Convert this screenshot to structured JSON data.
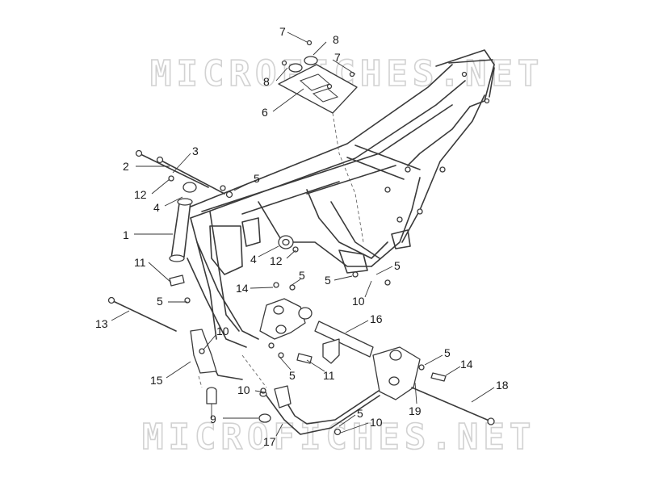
{
  "watermark": "MICROFICHES.NET",
  "callouts": [
    {
      "id": "c7a",
      "label": "7"
    },
    {
      "id": "c8a",
      "label": "8"
    },
    {
      "id": "c7b",
      "label": "7"
    },
    {
      "id": "c8b",
      "label": "8"
    },
    {
      "id": "c6",
      "label": "6"
    },
    {
      "id": "c3",
      "label": "3"
    },
    {
      "id": "c2",
      "label": "2"
    },
    {
      "id": "c5a",
      "label": "5"
    },
    {
      "id": "c12a",
      "label": "12"
    },
    {
      "id": "c4a",
      "label": "4"
    },
    {
      "id": "c1",
      "label": "1"
    },
    {
      "id": "c4b",
      "label": "4"
    },
    {
      "id": "c12b",
      "label": "12"
    },
    {
      "id": "c5b",
      "label": "5"
    },
    {
      "id": "c5c",
      "label": "5"
    },
    {
      "id": "c11a",
      "label": "11"
    },
    {
      "id": "c14a",
      "label": "14"
    },
    {
      "id": "c5d",
      "label": "5"
    },
    {
      "id": "c10a",
      "label": "10"
    },
    {
      "id": "c5e",
      "label": "5"
    },
    {
      "id": "c13",
      "label": "13"
    },
    {
      "id": "c10b",
      "label": "10"
    },
    {
      "id": "c16",
      "label": "16"
    },
    {
      "id": "c15",
      "label": "15"
    },
    {
      "id": "c5f",
      "label": "5"
    },
    {
      "id": "c11b",
      "label": "11"
    },
    {
      "id": "c5g",
      "label": "5"
    },
    {
      "id": "c14b",
      "label": "14"
    },
    {
      "id": "c18",
      "label": "18"
    },
    {
      "id": "c10c",
      "label": "10"
    },
    {
      "id": "c9",
      "label": "9"
    },
    {
      "id": "c19",
      "label": "19"
    },
    {
      "id": "c5h",
      "label": "5"
    },
    {
      "id": "c10d",
      "label": "10"
    },
    {
      "id": "c17",
      "label": "17"
    }
  ]
}
